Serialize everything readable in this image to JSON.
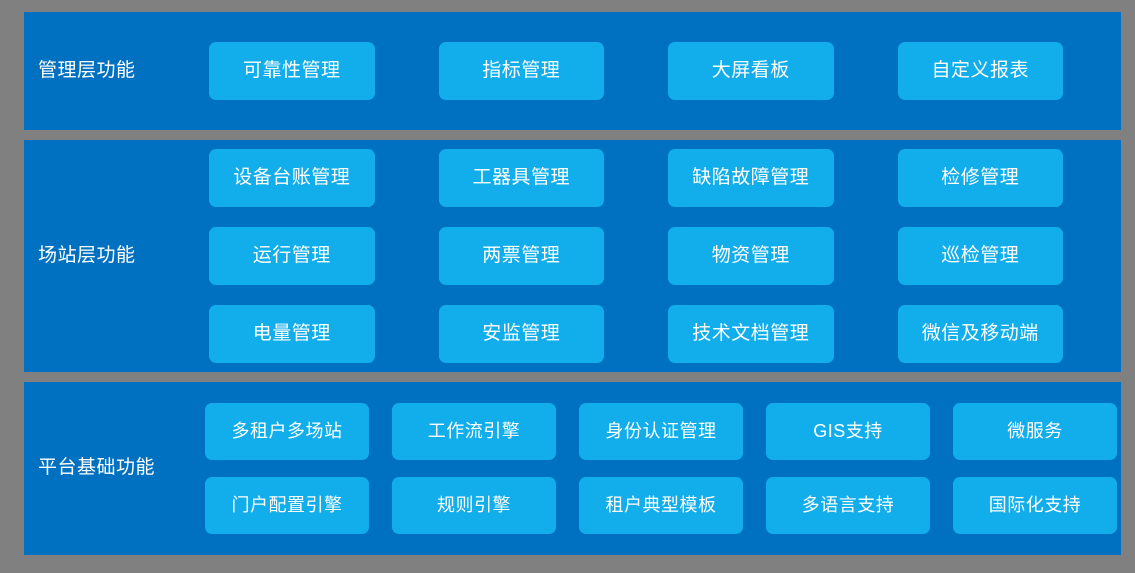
{
  "theme": {
    "page_background": "#808080",
    "band_background": "#0070C0",
    "card_background": "#12ADEB",
    "text_color": "#FFFFFF"
  },
  "bands": [
    {
      "id": "management",
      "label": "管理层功能",
      "columns": 4,
      "cards": [
        "可靠性管理",
        "指标管理",
        "大屏看板",
        "自定义报表"
      ]
    },
    {
      "id": "station",
      "label": "场站层功能",
      "columns": 4,
      "cards": [
        "设备台账管理",
        "工器具管理",
        "缺陷故障管理",
        "检修管理",
        "运行管理",
        "两票管理",
        "物资管理",
        "巡检管理",
        "电量管理",
        "安监管理",
        "技术文档管理",
        "微信及移动端"
      ]
    },
    {
      "id": "platform",
      "label": "平台基础功能",
      "columns": 5,
      "cards": [
        "多租户多场站",
        "工作流引擎",
        "身份认证管理",
        "GIS支持",
        "微服务",
        "门户配置引擎",
        "规则引擎",
        "租户典型模板",
        "多语言支持",
        "国际化支持"
      ]
    }
  ]
}
